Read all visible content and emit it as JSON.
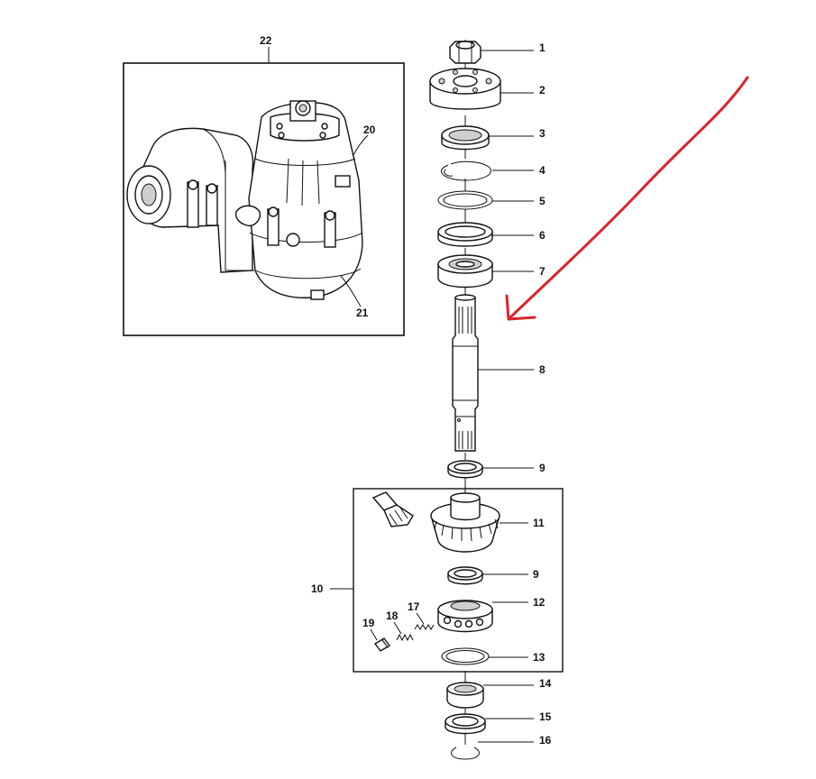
{
  "callouts": {
    "c1": "1",
    "c2": "2",
    "c3": "3",
    "c4": "4",
    "c5": "5",
    "c6": "6",
    "c7": "7",
    "c8": "8",
    "c9a": "9",
    "c9b": "9",
    "c10": "10",
    "c11": "11",
    "c12": "12",
    "c13": "13",
    "c14": "14",
    "c15": "15",
    "c16": "16",
    "c17": "17",
    "c18": "18",
    "c19": "19",
    "c20": "20",
    "c21": "21",
    "c22": "22"
  },
  "colors": {
    "line": "#111111",
    "arrow": "#d9262c",
    "shade": "#cfcfcf"
  }
}
